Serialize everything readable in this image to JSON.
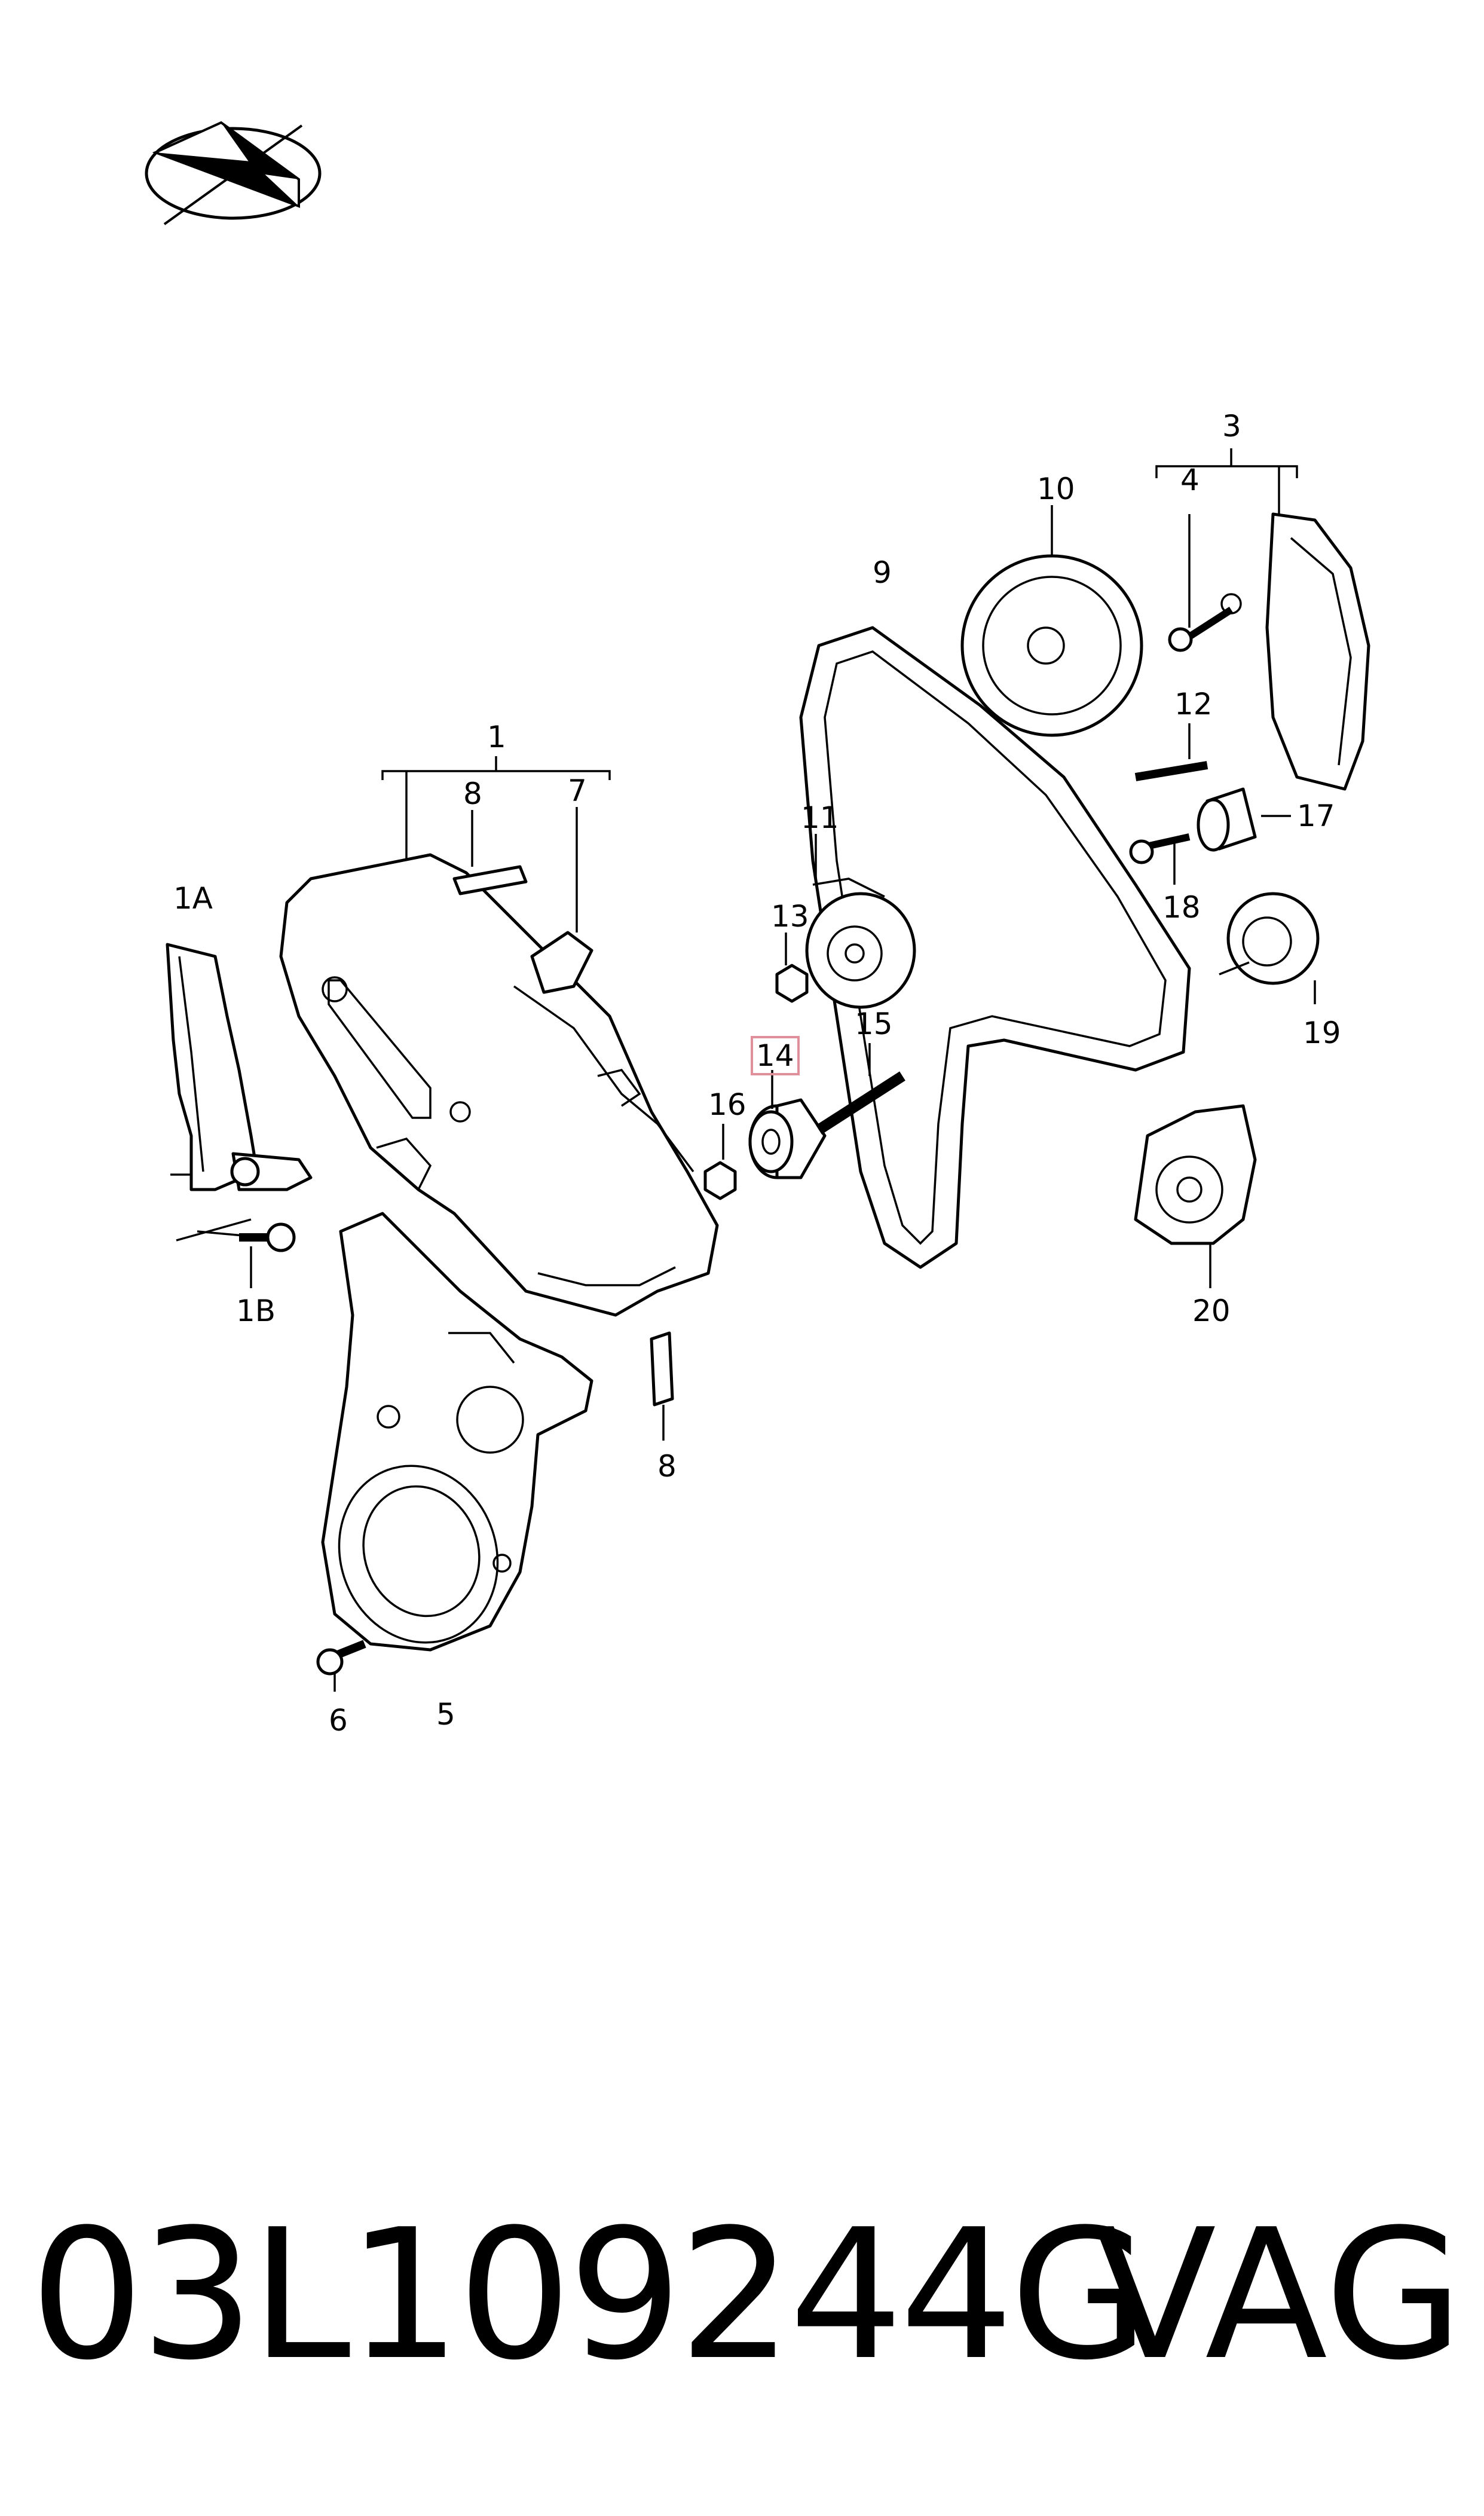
{
  "labels": {
    "l1": "1",
    "l1a": "1A",
    "l1b": "1B",
    "l3": "3",
    "l4": "4",
    "l5": "5",
    "l6": "6",
    "l7": "7",
    "l8a": "8",
    "l8b": "8",
    "l9": "9",
    "l10": "10",
    "l11": "11",
    "l12": "12",
    "l13": "13",
    "l14": "14",
    "l15": "15",
    "l16": "16",
    "l17": "17",
    "l18": "18",
    "l19": "19",
    "l20": "20"
  },
  "highlight_color": "#e0909a",
  "footer": {
    "part_number": "03L109244G",
    "brand": "VAG"
  }
}
